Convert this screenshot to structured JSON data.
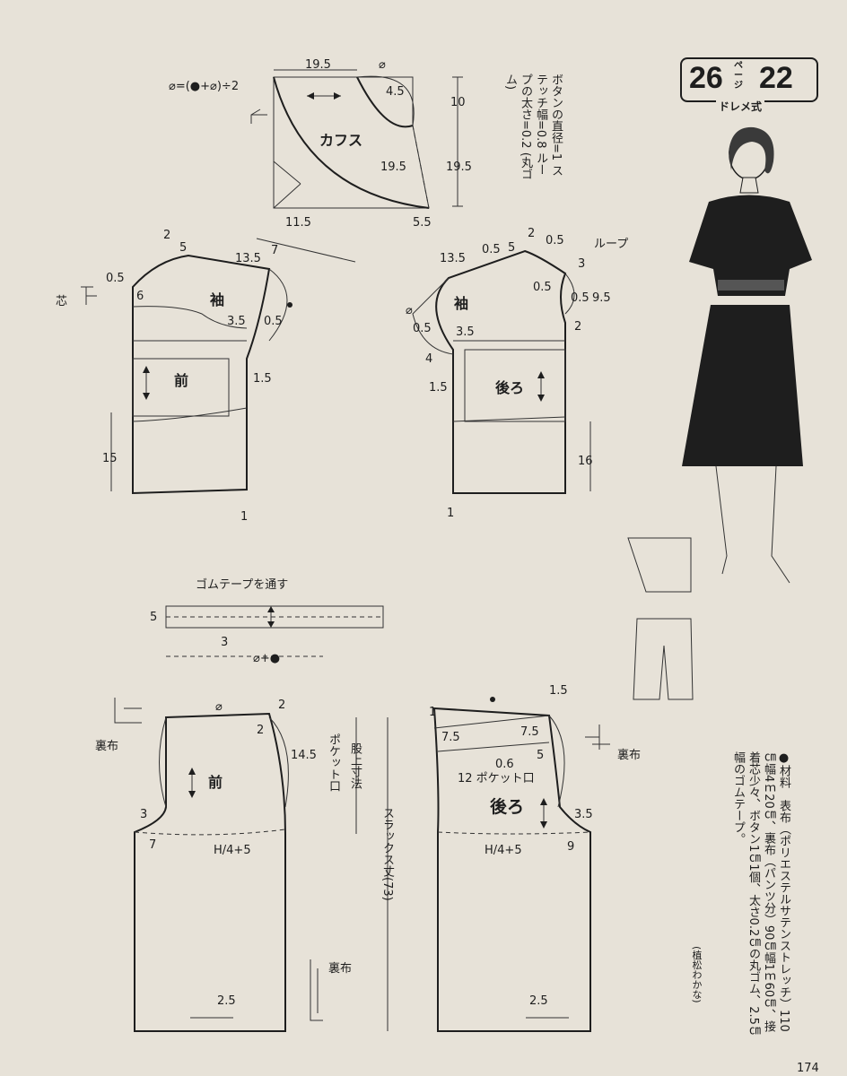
{
  "badge": {
    "page_ref": "26",
    "page_unit": "ページ",
    "pattern_no": "22",
    "caption": "ドレメ式"
  },
  "formula": "⌀=(●+⌀)÷2",
  "notes": {
    "button_diameter": "ボタンの直径=1",
    "stitch_width": "ステッチ幅=0.8",
    "loop_thickness": "ループの太さ=0.2",
    "loop_material": "(丸ゴム)"
  },
  "cuff": {
    "label": "カフス",
    "top": "19.5",
    "angle": "⌀",
    "d45": "4.5",
    "h10": "10",
    "h195_inner": "19.5",
    "h195_outer": "19.5",
    "bottom": "11.5",
    "corner": "5.5"
  },
  "front_bodice": {
    "sleeve_label": "袖",
    "label": "前",
    "neck_2": "2",
    "neck_5": "5",
    "shoulder": "13.5",
    "m05a": "0.5",
    "m6": "6",
    "m35": "3.5",
    "m05b": "0.5",
    "m15arm": "1.5",
    "h15": "15",
    "hem1": "1",
    "m7": "7",
    "interfacing": "芯"
  },
  "back_bodice": {
    "sleeve_label": "袖",
    "label": "後ろ",
    "shoulder": "13.5",
    "m05a": "0.5",
    "m5": "5",
    "m2": "2",
    "m05b": "0.5",
    "loop": "ループ",
    "m3": "3",
    "m05c": "0.5",
    "m05d": "0.5",
    "m95": "9.5",
    "m2b": "2",
    "m05e": "0.5",
    "m35": "3.5",
    "m4": "4",
    "m15arm": "1.5",
    "h16": "16",
    "hem1": "1",
    "angle": "⌀"
  },
  "waistband": {
    "note": "ゴムテープを通す",
    "h5": "5",
    "m3": "3",
    "length": "⌀+●"
  },
  "front_pants": {
    "label": "前",
    "top_angle": "⌀",
    "m2": "2",
    "m2b": "2",
    "pocket_len": "14.5",
    "pocket": "ポケット口",
    "crotch3": "3",
    "crotch7": "7",
    "hip": "H/4+5",
    "hem": "2.5",
    "lining": "裏布",
    "lining2": "裏布"
  },
  "back_pants": {
    "label": "後ろ",
    "m15": "1.5",
    "m1": "1",
    "m75a": "7.5",
    "m75b": "7.5",
    "m06": "0.6",
    "m5": "5",
    "pocket": "12 ポケット口",
    "m35": "3.5",
    "crotch9": "9",
    "hip": "H/4+5",
    "hem": "2.5",
    "lining": "裏布"
  },
  "measures": {
    "rise": "股上寸法",
    "length": "スラックス丈(73)"
  },
  "materials": "●材料　表布（ポリエステルサテンストレッチ）110㎝幅4ｍ20㎝、裏布（パンツ分）90㎝幅1ｍ60㎝、接着芯少々、ボタン1㎝1個、太さ0.2㎝の丸ゴム、2.5㎝幅のゴムテープ。",
  "credit": "(植松わかな)",
  "page_number": "174",
  "colors": {
    "paper": "#e7e2d8",
    "ink": "#1e1e1e"
  }
}
